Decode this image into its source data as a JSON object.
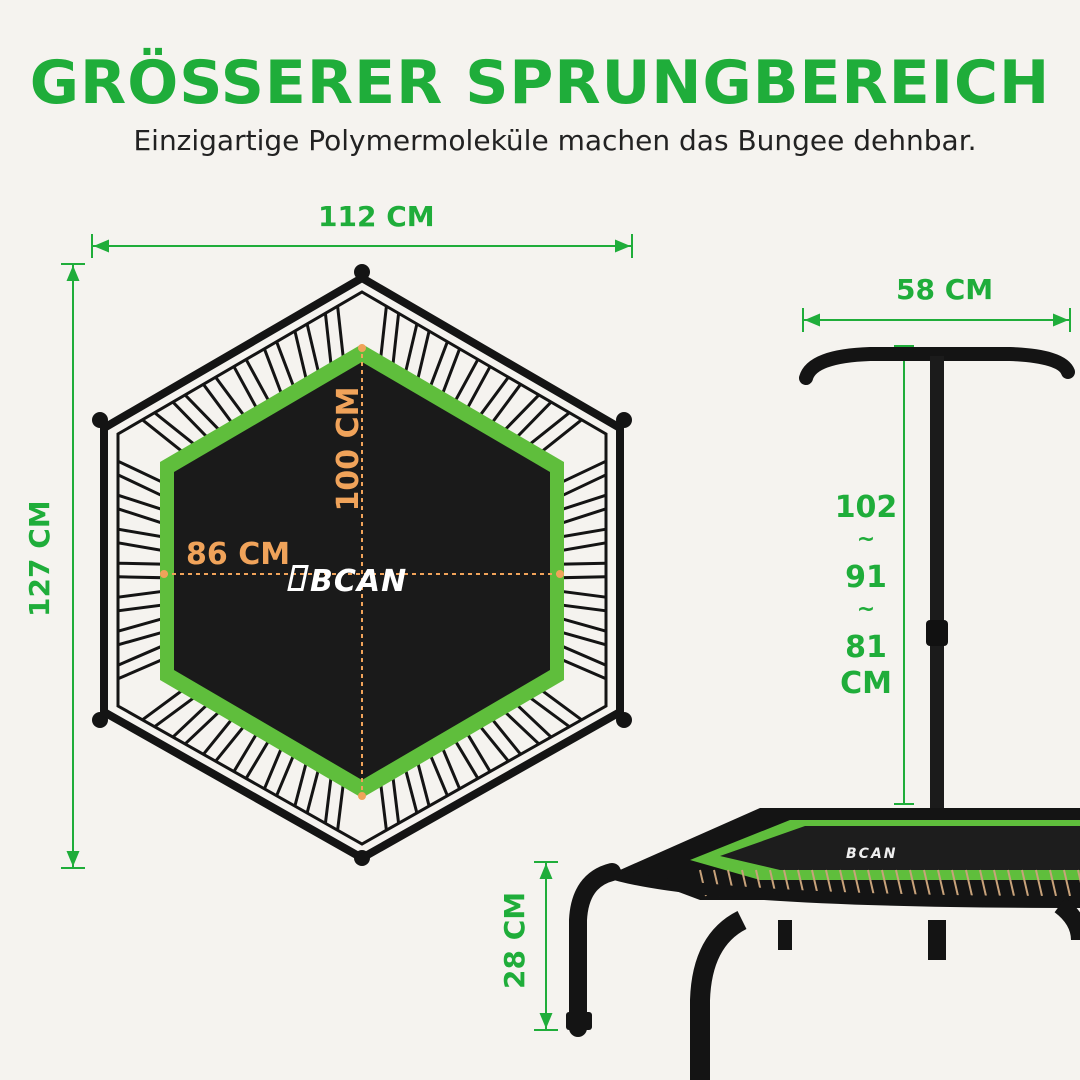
{
  "title": "GRÖSSERER SPRUNGBEREICH",
  "subtitle": "Einzigartige Polymermoleküle machen das Bungee dehnbar.",
  "dimensions": {
    "frame_width": "112 CM",
    "frame_height": "127 CM",
    "mat_height": "100 CM",
    "mat_width": "86 CM",
    "handle_width": "58 CM",
    "handle_heights": [
      "102",
      "~",
      "91",
      "~",
      "81",
      "CM"
    ],
    "leg_height": "28 CM"
  },
  "brand": {
    "logo_text": "BCAN"
  },
  "colors": {
    "accent_green": "#1fad3a",
    "mat_green": "#5fbe3c",
    "dimension_orange": "#f0a35a",
    "frame_black": "#141414",
    "background": "#f5f3ef"
  }
}
